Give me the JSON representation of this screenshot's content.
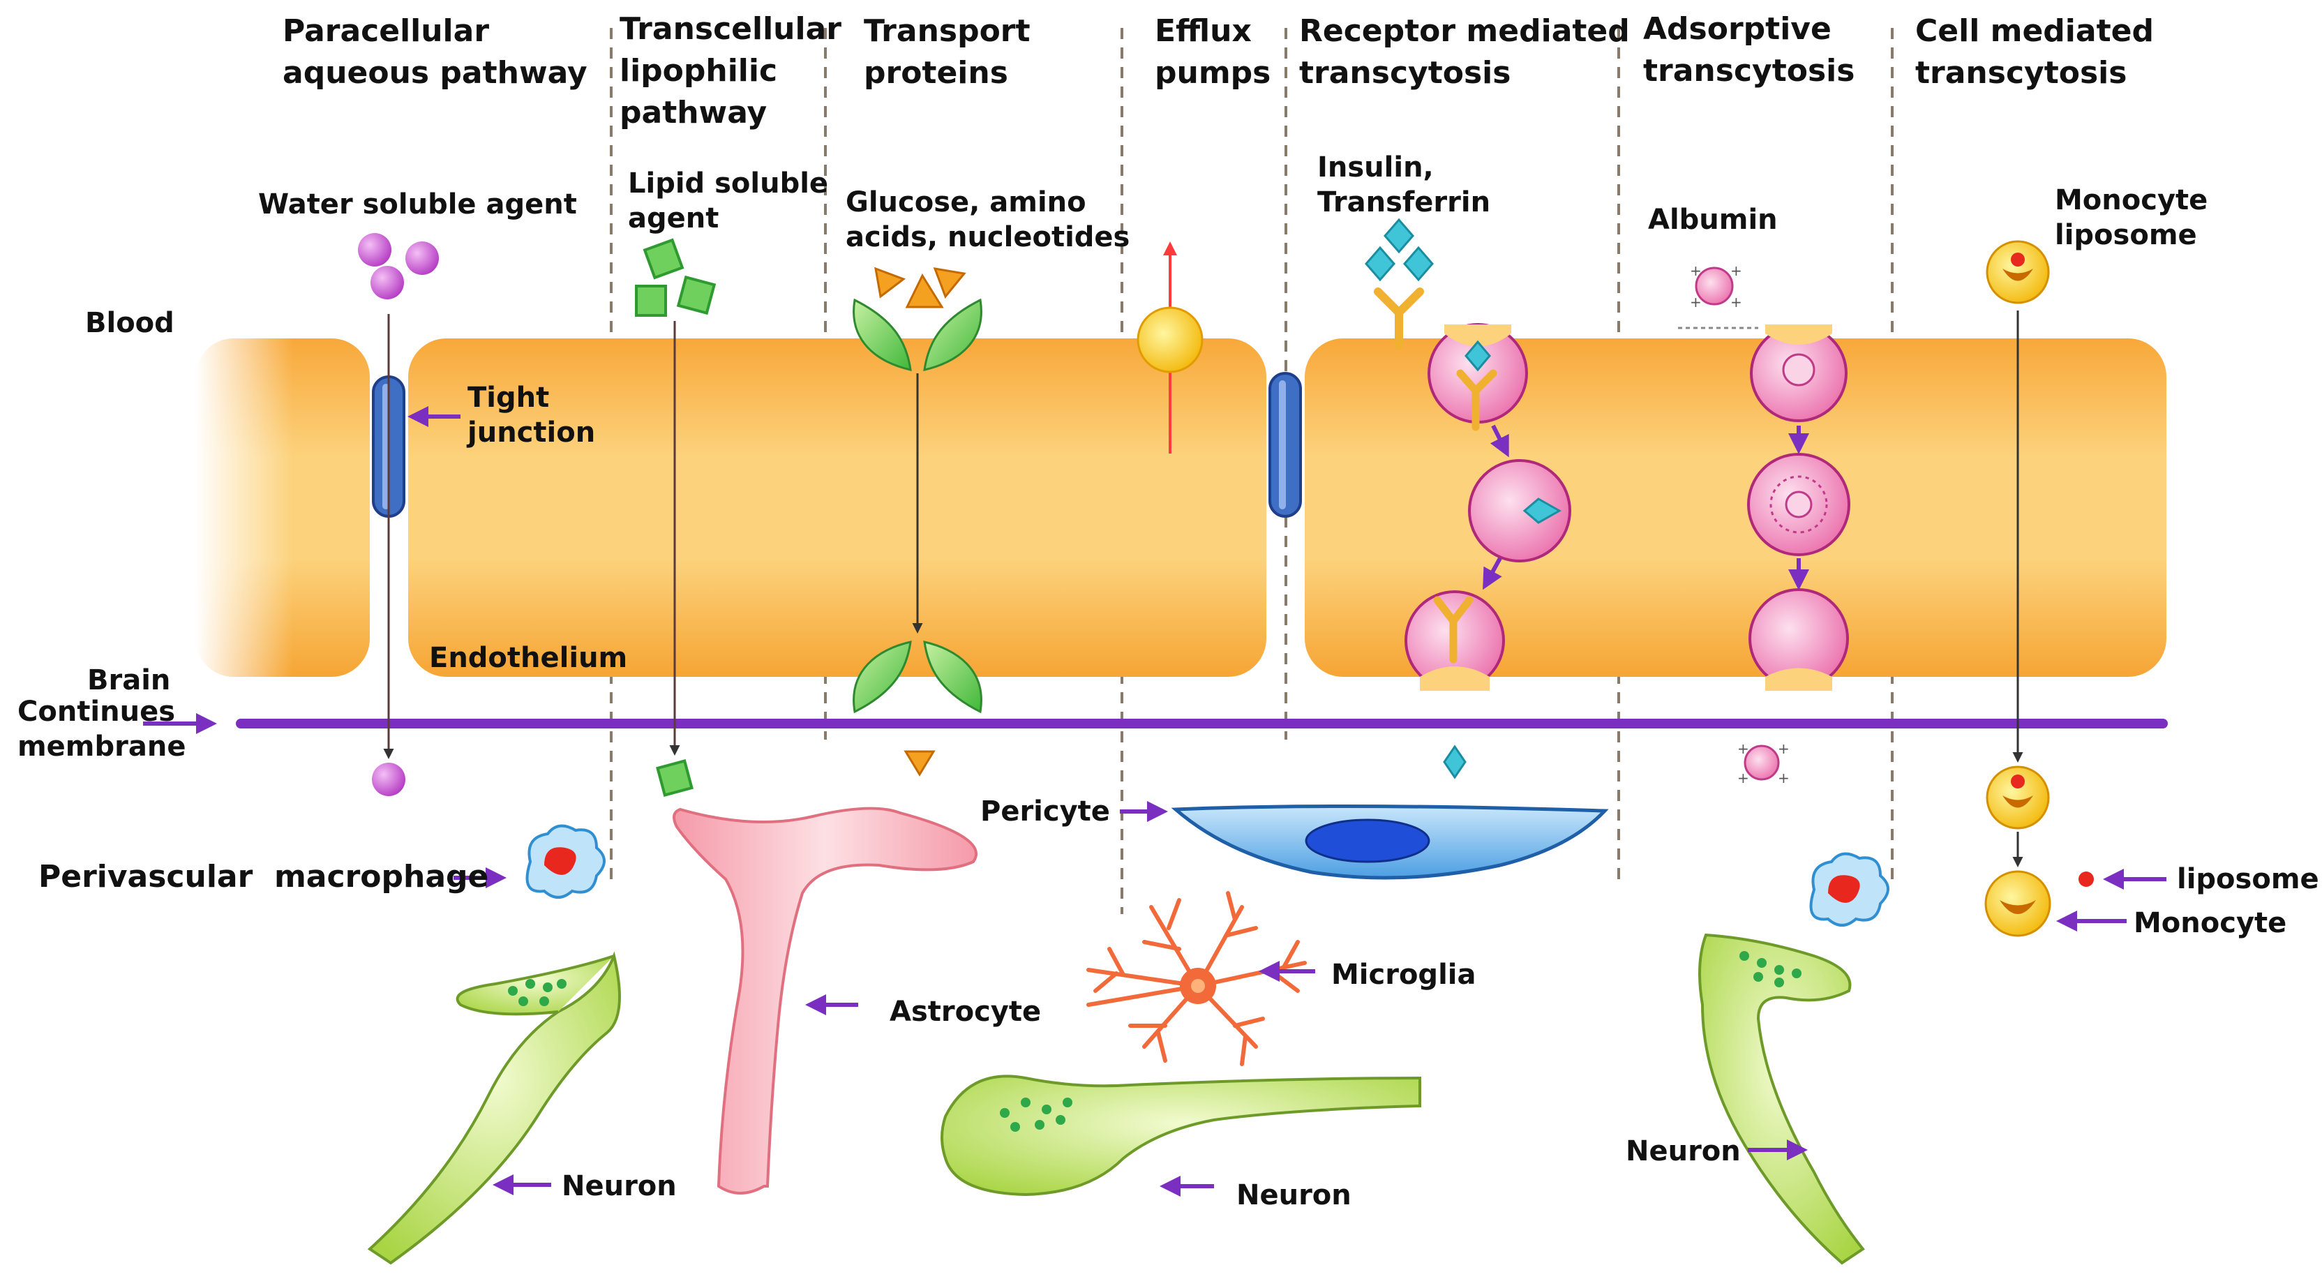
{
  "pathways": [
    {
      "lines": [
        "Paracellular",
        "aqueous pathway"
      ]
    },
    {
      "lines": [
        "Transcellular",
        "lipophilic",
        "pathway"
      ]
    },
    {
      "lines": [
        "Transport",
        "proteins"
      ]
    },
    {
      "lines": [
        "Efflux",
        "pumps"
      ]
    },
    {
      "lines": [
        "Receptor mediated",
        "transcytosis"
      ]
    },
    {
      "lines": [
        "Adsorptive",
        "transcytosis"
      ]
    },
    {
      "lines": [
        "Cell mediated",
        "transcytosis"
      ]
    }
  ],
  "agents": {
    "water_soluble": "Water soluble agent",
    "lipid_soluble": [
      "Lipid soluble",
      "agent"
    ],
    "glucose": [
      "Glucose, amino",
      "acids, nucleotides"
    ],
    "insulin": [
      "Insulin,",
      "Transferrin"
    ],
    "albumin": "Albumin",
    "monocyte_liposome": [
      "Monocyte",
      "liposome"
    ]
  },
  "regions": {
    "blood": "Blood",
    "brain": "Brain",
    "membrane": [
      "Continues",
      "membrane"
    ],
    "endothelium": "Endothelium",
    "tight_junction": [
      "Tight",
      "junction"
    ]
  },
  "cells": {
    "perivascular_macrophage": "Perivascular  macrophage",
    "pericyte": "Pericyte",
    "astrocyte": "Astrocyte",
    "microglia": "Microglia",
    "neuron": "Neuron",
    "liposome": "liposome",
    "monocyte": "Monocyte"
  },
  "colors": {
    "endothelium": "#f6b042",
    "junction": "#3f6fc4",
    "membrane": "#7b2fc0",
    "arrow": "#7b2fc0",
    "water_agent": "#c44ccf",
    "lipid_agent": "#57c957",
    "transporter": "#6fd34f",
    "efflux": "#f6c000",
    "efflux_arrow": "#ff3b3b",
    "vesicle": "#f07fb8",
    "receptor": "#f0b030",
    "insulin": "#3fc4d8",
    "astrocyte": "#f6a3b0",
    "neuron": "#b9e05a",
    "pericyte": "#5aa8ea",
    "microglia": "#f26a3a",
    "macrophage": "#5cb8ea"
  }
}
